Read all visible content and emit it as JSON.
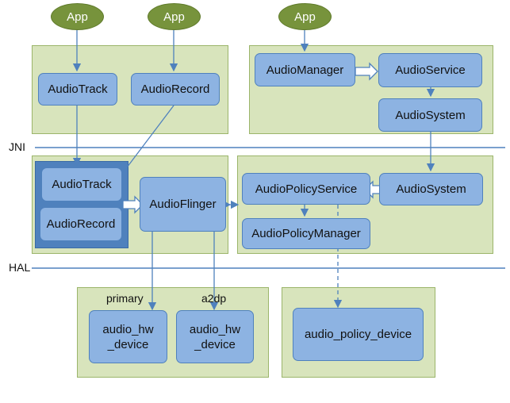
{
  "separators": {
    "jni": "JNI",
    "hal": "HAL"
  },
  "apps": [
    "App",
    "App",
    "App"
  ],
  "java_left": {
    "audio_track": "AudioTrack",
    "audio_record": "AudioRecord"
  },
  "java_right": {
    "audio_manager": "AudioManager",
    "audio_service": "AudioService",
    "audio_system": "AudioSystem"
  },
  "native_left": {
    "audio_track": "AudioTrack",
    "audio_record": "AudioRecord",
    "audio_flinger": "AudioFlinger"
  },
  "native_right": {
    "audio_policy_service": "AudioPolicyService",
    "audio_system": "AudioSystem",
    "audio_policy_manager": "AudioPolicyManager"
  },
  "hal_left": {
    "primary_label": "primary",
    "a2dp_label": "a2dp",
    "device_primary": "audio_hw\n_device",
    "device_a2dp": "audio_hw\n_device"
  },
  "hal_right": {
    "policy_device": "audio_policy_device"
  }
}
